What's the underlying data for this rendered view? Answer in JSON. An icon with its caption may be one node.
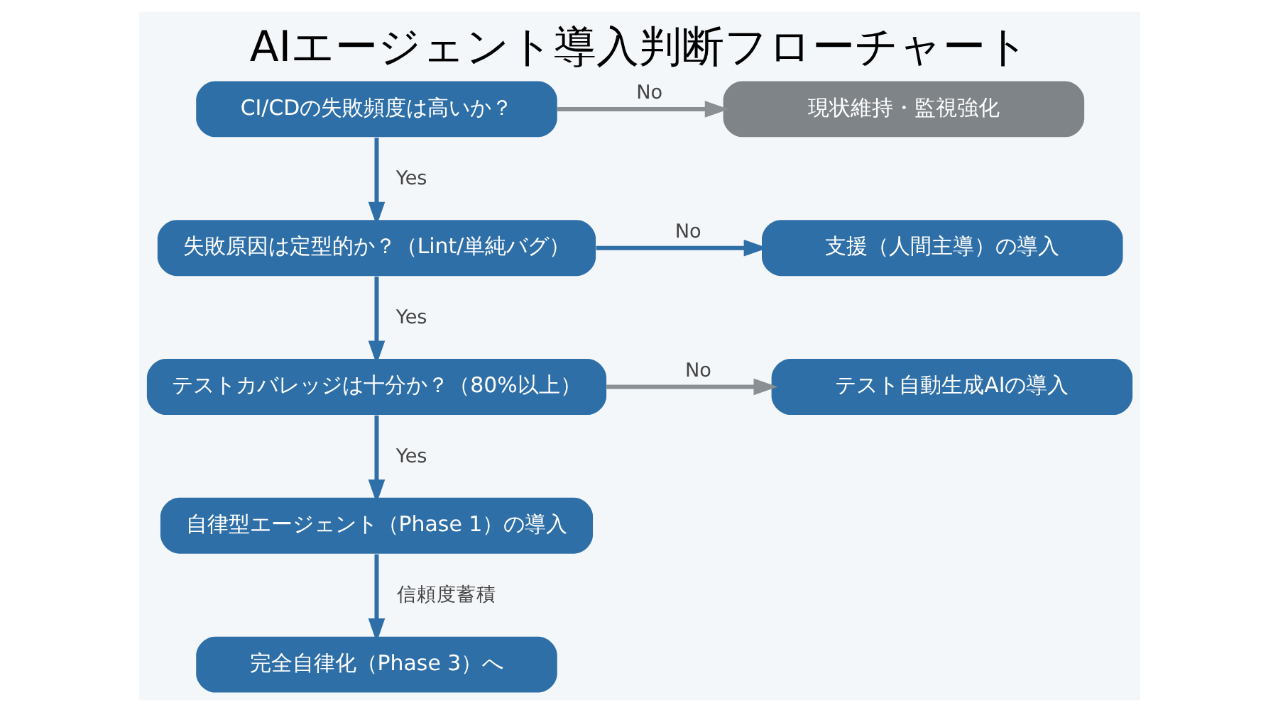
{
  "diagram": {
    "title": "AIエージェント導入判断フローチャート",
    "nodes": [
      {
        "text": [
          "CI/CDの失敗頻度は高いか？"
        ]
      },
      {
        "text": [
          "現状維持・監視強化"
        ]
      },
      {
        "text": [
          "失敗原因は定型的か？（Lint/単純バグ）"
        ]
      },
      {
        "text": [
          "支援（人間主導）の導入"
        ]
      },
      {
        "text": [
          "テストカバレッジは十分か？（80%以上）"
        ]
      },
      {
        "text": [
          "テスト自動生成AIの導入"
        ]
      },
      {
        "text": [
          "自律型エージェント（Phase 1）の導入"
        ]
      },
      {
        "text": [
          "完全自律化（Phase 3）へ"
        ]
      }
    ],
    "edges": [
      {
        "from": 0,
        "to": 1,
        "arrow": "to",
        "label": "No",
        "color": "#8a8f94"
      },
      {
        "from": 0,
        "to": 2,
        "arrow": "to",
        "label": "Yes"
      },
      {
        "from": 2,
        "to": 3,
        "arrow": "to",
        "label": "No"
      },
      {
        "from": 2,
        "to": 4,
        "arrow": "to",
        "label": "Yes"
      },
      {
        "from": 4,
        "to": 5,
        "arrow": "to",
        "label": "No",
        "color": "#8a8f94"
      },
      {
        "from": 4,
        "to": 6,
        "arrow": "to",
        "label": "Yes"
      },
      {
        "from": 6,
        "to": 7,
        "arrow": "to",
        "label": "信頼度蓄積"
      }
    ]
  }
}
